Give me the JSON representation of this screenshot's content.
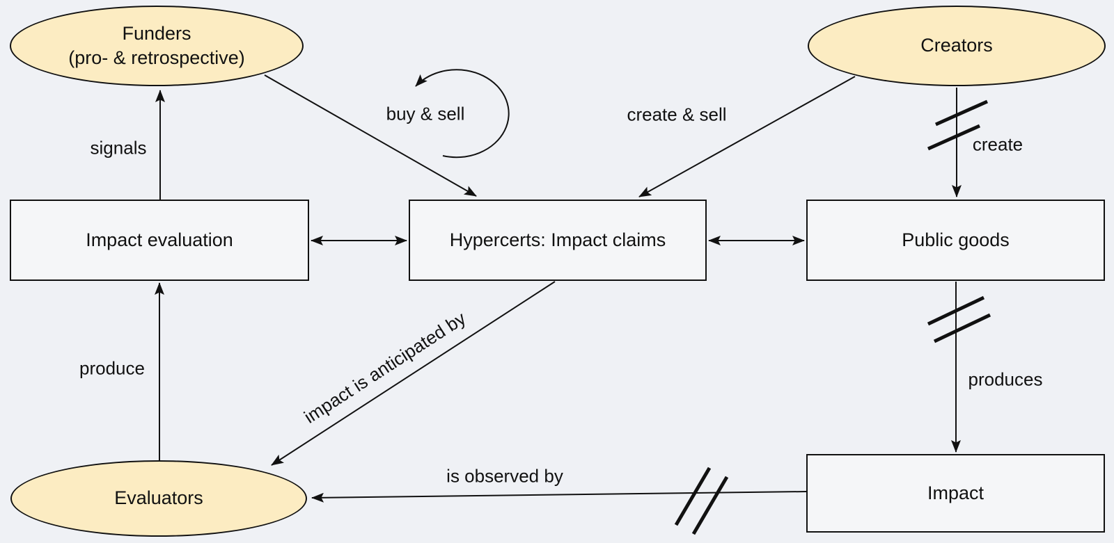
{
  "diagram": {
    "colors": {
      "background": "#eff1f5",
      "ellipse_fill": "#fcecc2",
      "rect_fill": "#f5f6f8",
      "stroke": "#111111"
    },
    "nodes": {
      "funders": {
        "shape": "ellipse",
        "line1": "Funders",
        "line2": "(pro- & retrospective)"
      },
      "creators": {
        "shape": "ellipse",
        "label": "Creators"
      },
      "evaluators": {
        "shape": "ellipse",
        "label": "Evaluators"
      },
      "impact_evaluation": {
        "shape": "rect",
        "label": "Impact evaluation"
      },
      "hypercerts": {
        "shape": "rect",
        "label": "Hypercerts: Impact claims"
      },
      "public_goods": {
        "shape": "rect",
        "label": "Public goods"
      },
      "impact": {
        "shape": "rect",
        "label": "Impact"
      }
    },
    "edges": {
      "signals": {
        "label": "signals",
        "from": "impact_evaluation",
        "to": "funders",
        "style": "arrow"
      },
      "buy_sell": {
        "label": "buy & sell",
        "from": "funders",
        "to": "hypercerts",
        "style": "arrow-with-cycle-loop"
      },
      "create_sell": {
        "label": "create & sell",
        "from": "creators",
        "to": "hypercerts",
        "style": "arrow"
      },
      "create": {
        "label": "create",
        "from": "creators",
        "to": "public_goods",
        "style": "arrow-double-slash"
      },
      "evaluation_hypercerts": {
        "label": "",
        "from": "impact_evaluation",
        "to": "hypercerts",
        "style": "double-headed-arrow"
      },
      "hypercerts_public_goods": {
        "label": "",
        "from": "hypercerts",
        "to": "public_goods",
        "style": "double-headed-arrow"
      },
      "produce": {
        "label": "produce",
        "from": "evaluators",
        "to": "impact_evaluation",
        "style": "arrow"
      },
      "anticipated": {
        "label": "impact is anticipated by",
        "from": "hypercerts",
        "to": "evaluators",
        "style": "arrow"
      },
      "produces": {
        "label": "produces",
        "from": "public_goods",
        "to": "impact",
        "style": "arrow-double-slash"
      },
      "observed": {
        "label": "is observed by",
        "from": "impact",
        "to": "evaluators",
        "style": "arrow-double-slash"
      }
    }
  }
}
